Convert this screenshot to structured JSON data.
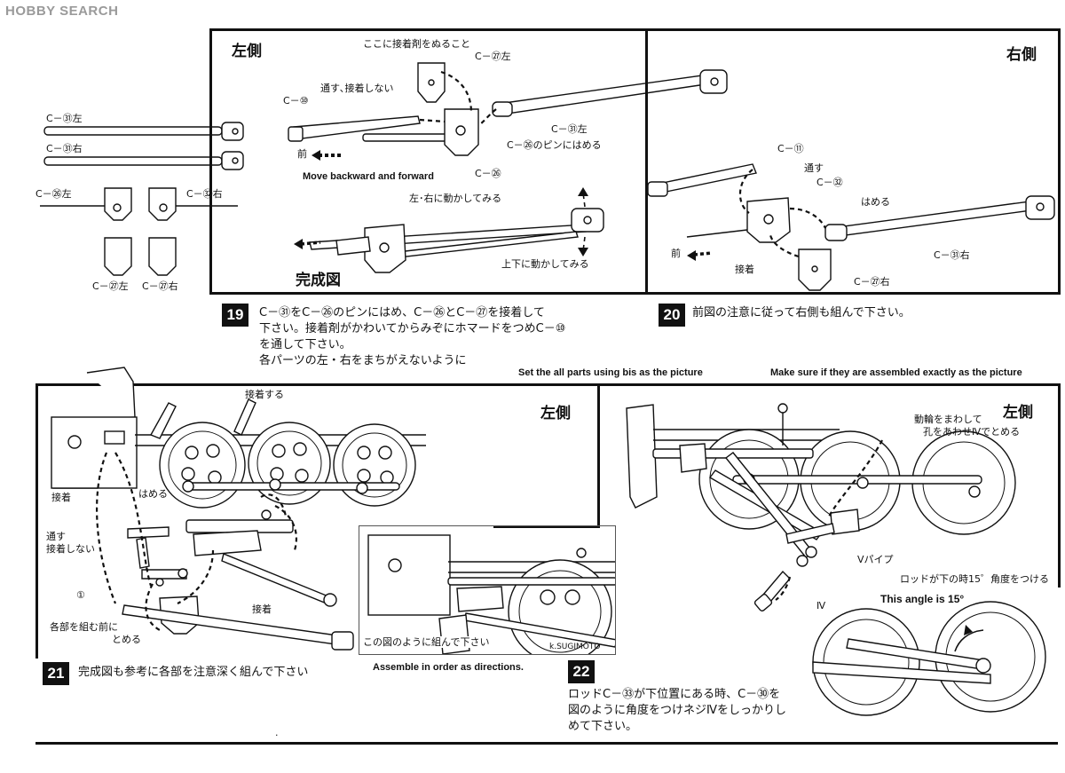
{
  "watermark": "HOBBY SEARCH",
  "parts_list": {
    "c31_left": "C－㉛左",
    "c31_right": "C－㉛右",
    "c26_left": "C－㉖左",
    "c32_right": "C－㉜右",
    "c27_left": "C－㉗左",
    "c27_right": "C－㉗右"
  },
  "panel19": {
    "title": "左側",
    "glue_here": "ここに接着剤をぬること",
    "c27_left": "C－㉗左",
    "c10": "C－⑩",
    "pass_no_glue": "通す､接着しない",
    "c31_left": "C－㉛左",
    "c26_pin": "C－㉖のピンにはめる",
    "front": "前",
    "move_en": "Move backward and forward",
    "c26": "C－㉖",
    "move_lr": "左･右に動かしてみる",
    "move_ud": "上下に動かしてみる",
    "complete": "完成図"
  },
  "panel20": {
    "title": "右側",
    "c11": "C－⑪",
    "pass": "通す",
    "c32": "C－㉜",
    "fit": "はめる",
    "c31_right": "C－㉛右",
    "front": "前",
    "glue": "接着",
    "c27_right": "C－㉗右"
  },
  "step19": {
    "num": "19",
    "text": "C－㉛をC－㉖のピンにはめ、C－㉖とC－㉗を接着して\n下さい。接着剤がかわいてからみぞにホマードをつめC－⑩\nを通して下さい。\n各パーツの左・右をまちがえないように"
  },
  "step20": {
    "num": "20",
    "text": "前図の注意に従って右側も組んで下さい。"
  },
  "captions_en": {
    "set_parts": "Set the all parts using bis as the picture",
    "make_sure": "Make sure if they are assembled exactly as the picture",
    "assemble_order": "Assemble in order as directions.",
    "angle": "This angle is 15°"
  },
  "panel21": {
    "title": "左側",
    "glue_do": "接着する",
    "glue": "接着",
    "fit": "はめる",
    "pass": "通す",
    "no_glue": "接着しない",
    "screw1": "①",
    "glue2": "接着",
    "before_assemble": "各部を組む前に",
    "fasten": "とめる"
  },
  "panel21_inset": {
    "caption": "この図のように組んで下さい",
    "signature": "k.SUGIMOTO"
  },
  "panel22": {
    "title": "左側",
    "rotate": "動輪をまわして",
    "align": "孔をあわせⅣでとめる",
    "pipe": "Ⅴパイプ",
    "screw4": "Ⅳ",
    "rod_angle": "ロッドが下の時15゜角度をつける"
  },
  "step21": {
    "num": "21",
    "text": "完成図も参考に各部を注意深く組んで下さい"
  },
  "step22": {
    "num": "22",
    "text": "ロッドC－㉝が下位置にある時、C－㉚を\n図のように角度をつけネジⅣをしっかりし\nめて下さい。"
  },
  "footer": {
    "mark": "·"
  }
}
